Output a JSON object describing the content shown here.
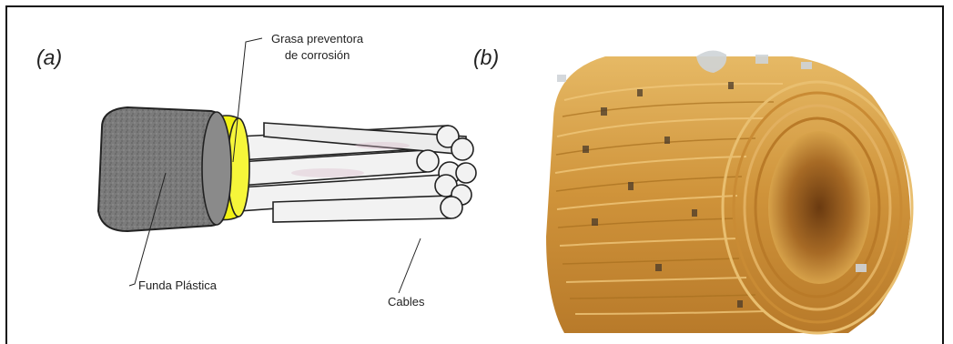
{
  "panel_a": {
    "label": "(a)",
    "callouts": {
      "grease_line1": "Grasa preventora",
      "grease_line2": "de corrosión",
      "sheath": "Funda Plástica",
      "cables": "Cables"
    }
  },
  "panel_b": {
    "label": "(b)"
  },
  "colors": {
    "sheath": "#7a7a7a",
    "grease": "#f2f213",
    "strand": "#f1f1f1",
    "coil": "#d9a54a"
  }
}
